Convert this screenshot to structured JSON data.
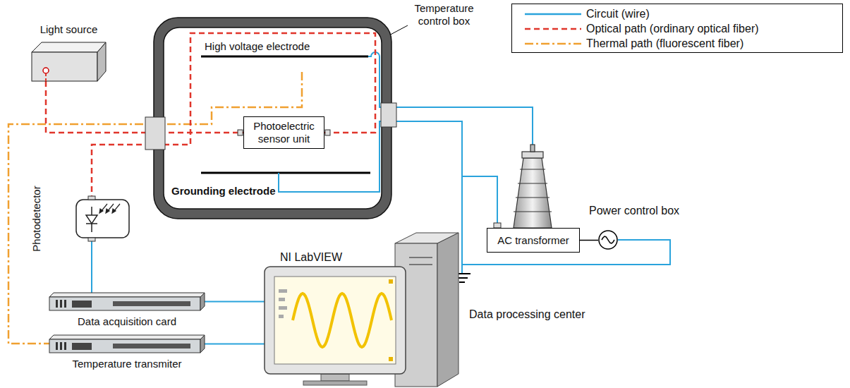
{
  "diagram": {
    "nodes": [
      {
        "text": [
          "Light source"
        ]
      },
      {
        "text": [
          "Temperature control box"
        ]
      },
      {
        "text": [
          "Photoelectric sensor unit"
        ],
        "in": 1
      },
      {
        "text": [
          "Photodetector"
        ]
      },
      {
        "text": [
          "Data acquisition card"
        ]
      },
      {
        "text": [
          "Temperature transmiter"
        ]
      },
      {
        "text": [
          "NI LabVIEW",
          "Data processing center"
        ]
      },
      {
        "text": [
          "AC transformer"
        ]
      },
      {
        "text": [
          "Power control box"
        ]
      }
    ],
    "edges": [
      {
        "from": 0,
        "to": 2,
        "arrow": "none"
      },
      {
        "from": 2,
        "to": 3,
        "arrow": "none"
      },
      {
        "from": 3,
        "to": 4,
        "arrow": "none"
      },
      {
        "from": 4,
        "to": 6,
        "arrow": "none"
      },
      {
        "from": 5,
        "to": 6,
        "arrow": "none"
      },
      {
        "from": 7,
        "to": 8,
        "arrow": "none"
      }
    ],
    "labels": [
      "High voltage electrode",
      "Grounding electrode"
    ],
    "legend": [
      {
        "text": "Circuit (wire)"
      },
      {
        "text": "Optical path (ordinary optical fiber)"
      },
      {
        "text": "Thermal path (fluorescent fiber)"
      }
    ]
  }
}
